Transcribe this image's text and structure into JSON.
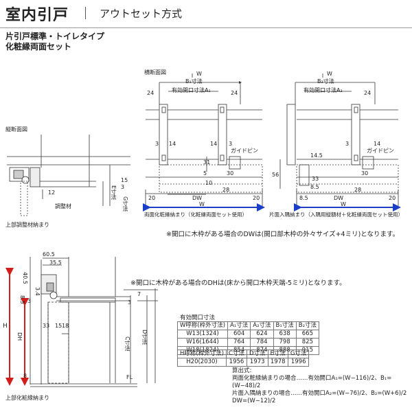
{
  "header": {
    "title": "室内引戸",
    "subtitle": "アウトセット方式",
    "desc_line1": "片引戸標準・トイレタイプ",
    "desc_line2": "化粧縁両面セット"
  },
  "labels": {
    "yokodanmen": "横断面図",
    "tatedanmen": "縦断面図",
    "w_top": "W",
    "w_bottom": "W",
    "b1": "B₁寸法",
    "a1": "有効開口寸法A₁",
    "b2": "B₂寸法",
    "a2": "有効開口寸法A₂",
    "dw": "DW",
    "guide_pin": "ガイドピン",
    "guide_pin2": "ガイドピン",
    "chouseizai": "調整材",
    "caption_left": "両面化粧縁納まり（化粧縁両面セット使用）",
    "caption_right": "片面入隅納まり（入隅用縦額材＋化粧縁両面セット使用）",
    "caption_upper": "上部調整材納まり",
    "caption_lower": "上部化粧縁納まり",
    "e_dim": "E寸法",
    "g_dim": "G寸法",
    "c_dim": "C寸法",
    "d_dim": "D寸法",
    "h": "H",
    "dh": "DH",
    "fl": "FL"
  },
  "dims": {
    "d24": "24",
    "d3": "3",
    "d14": "14",
    "d20": "20",
    "d28": "28",
    "d30": "30",
    "d5": "5",
    "d31": "31",
    "d10": "10",
    "d12": "12",
    "d15": "15",
    "d3b": "3",
    "d56": "56",
    "d8_5": "8.5",
    "d14_5": "14.5",
    "d33": "33",
    "d60_5": "60.5",
    "d35_5": "35.5",
    "d40_5": "40.5",
    "d3_4": "3.4",
    "d7": "7",
    "d18": "18",
    "d33b": "33",
    "d15b": "15",
    "d18b": "18",
    "d8": "8"
  },
  "notes": {
    "note1": "※開口に木枠がある場合のDWは(開口部木枠の外々サイズ+4ミリ)となります。",
    "note2": "※開口に木枠がある場合のDHは(床から開口木枠天端-5ミリ)となります。"
  },
  "table1": {
    "caption": "有効開口寸法",
    "headers": [
      "W呼称(枠外寸法)",
      "A₁寸法",
      "A₂寸法",
      "B₁寸法",
      "B₂寸法"
    ],
    "rows": [
      [
        "W13(1324)",
        "604",
        "624",
        "638",
        "665"
      ],
      [
        "W16(1644)",
        "764",
        "784",
        "798",
        "825"
      ],
      [
        "W18(1824)",
        "854",
        "874",
        "888",
        "915"
      ]
    ]
  },
  "table2": {
    "headers": [
      "H呼称(枠外寸法)",
      "C寸法",
      "D寸法",
      "E寸法",
      "G寸法"
    ],
    "rows": [
      [
        "H20(2030)",
        "1956",
        "1973",
        "1978",
        "1996"
      ]
    ]
  },
  "calc": {
    "title": "算出式:",
    "line1": "両面化粧縁納まりの場合……有効開口A₁=(W−116)/2、B₁=(W−48)/2",
    "line2": "片面入隅納まりの場合……有効開口A₂=(W−76)/2、B₂=(W+6)/2",
    "line3": "DW=(W−12)/2"
  },
  "colors": {
    "dw_arrow": "#1a3ec8",
    "dh_arrow": "#d21d1d",
    "line": "#333333"
  }
}
